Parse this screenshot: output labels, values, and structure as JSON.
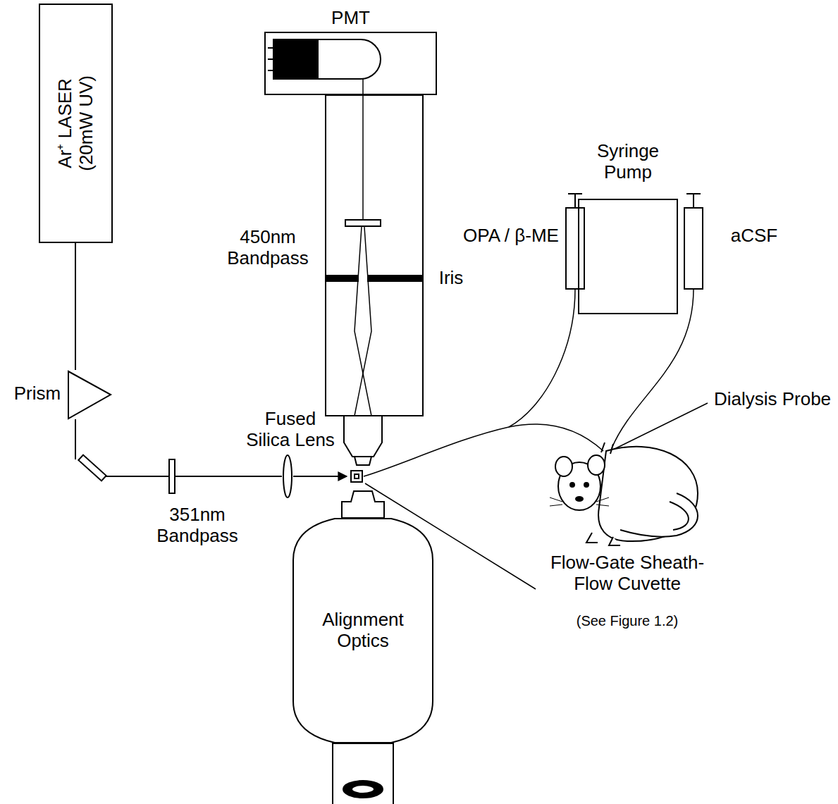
{
  "diagram": {
    "nodes": [
      {
        "text": [
          "Ar⁺ LASER (20mW UV)"
        ]
      },
      {
        "text": [
          "PMT"
        ]
      },
      {
        "text": [
          "Syringe Pump"
        ]
      },
      {
        "text": [
          "Alignment Optics"
        ]
      }
    ],
    "labels": [
      "Prism",
      "351nm Bandpass",
      "Fused Silica Lens",
      "450nm Bandpass",
      "Iris",
      "OPA / β-ME",
      "aCSF",
      "Dialysis Probe",
      "Flow-Gate Sheath-Flow Cuvette",
      "(See Figure 1.2)"
    ]
  }
}
